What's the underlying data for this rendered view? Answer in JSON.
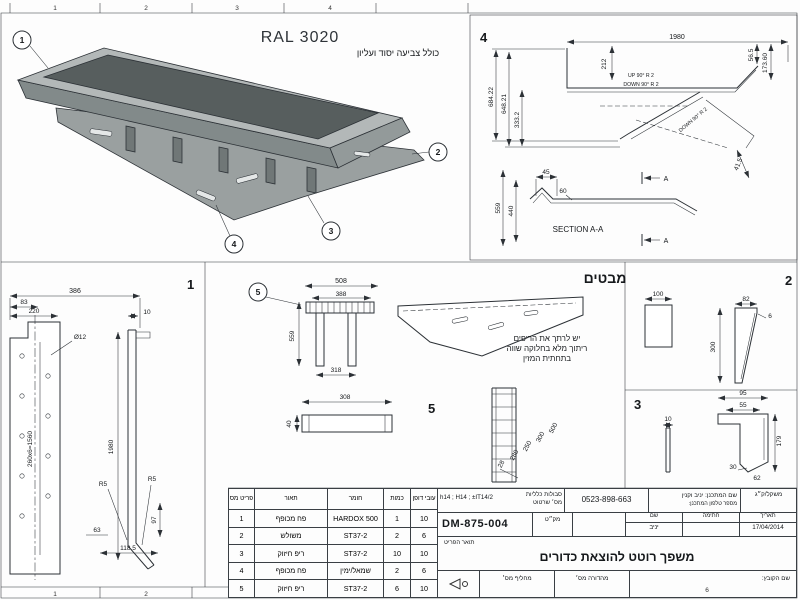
{
  "zones": {
    "top": [
      "1",
      "2",
      "3",
      "4"
    ],
    "bottom": [
      "1",
      "2"
    ],
    "bottom_right": "6"
  },
  "iso": {
    "paint_code": "RAL 3020",
    "paint_note": "כולל צביעה יסוד ועליון",
    "balloons": [
      "1",
      "2",
      "3",
      "4"
    ],
    "body_color": "#9aa0a0"
  },
  "view4": {
    "label": "4",
    "d1980": "1980",
    "d212": "212",
    "d565": "56.5",
    "d17360": "173.60",
    "d68422": "684.22",
    "d64821": "648.21",
    "d3332": "333.2",
    "d415": "41.5",
    "note_up": "UP 90° R 2",
    "note_down": "DOWN 90° R 2",
    "note_down2": "DOWN 90° R 2",
    "section": {
      "label": "SECTION A-A",
      "arrow": "A",
      "d45": "45",
      "d60": "60",
      "d559": "559",
      "d440": "440"
    }
  },
  "view1": {
    "label": "1",
    "d386": "386",
    "d83": "83",
    "d220": "220",
    "dhole": "Ø12",
    "d10": "10",
    "dpitch": "260x6=1560",
    "d1980": "1980",
    "r5a": "R5",
    "r5b": "R5",
    "d97": "97",
    "d63": "63",
    "d1185": "118.5"
  },
  "views_header": "מבטים",
  "view5": {
    "balloon": "5",
    "d508": "508",
    "d388": "388",
    "d559": "559",
    "d318": "318",
    "note1": "יש לרתך את הריפים",
    "note2": "ריתוך מלא בחלוקה שווה",
    "note3": "בתחתית המזין",
    "detail_label": "5",
    "d308": "308",
    "d40": "40"
  },
  "rib_detail": {
    "d28": "28",
    "d280": "280",
    "d250": "250",
    "d300": "300",
    "d500": "500"
  },
  "view2": {
    "label": "2",
    "d100": "100",
    "d82": "82",
    "d6": "6",
    "d300": "300"
  },
  "view3": {
    "label": "3",
    "d95": "95",
    "d55": "55",
    "d10": "10",
    "d179": "179",
    "d30": "30",
    "d62": "62"
  },
  "parts_table": {
    "headers": {
      "no": "פריט מס",
      "desc": "תאור",
      "material": "חומר",
      "qty": "כמות",
      "thickness": "עובי דופן"
    },
    "rows": [
      {
        "no": "1",
        "desc": "פח מכופף",
        "material": "HARDOX 500",
        "qty": "1",
        "thickness": "10"
      },
      {
        "no": "2",
        "desc": "משולש",
        "material": "ST37-2",
        "qty": "2",
        "thickness": "6"
      },
      {
        "no": "3",
        "desc": "ריפ חיזוק",
        "material": "ST37-2",
        "qty": "10",
        "thickness": "10"
      },
      {
        "no": "4",
        "desc": "פח מכופף",
        "material": "שמאל/ימין",
        "qty": "2",
        "thickness": "6"
      },
      {
        "no": "5",
        "desc": "ריפ חיזוק",
        "material": "ST37-2",
        "qty": "6",
        "thickness": "10"
      }
    ]
  },
  "title_block": {
    "tolerances_value": "h14 ; H14 ; ±IT14/2",
    "tolerances_label": "סבולות כלליות",
    "drawing_no_label": "מס׳ שרטוט",
    "drawing_no": "DM-875-004",
    "catalog_label": "מק״ט",
    "phone": "0523-898-663",
    "designer": "שם המתכנן: יניב וקנין",
    "designer_phone_label": "מספר טלפון המתכנן:",
    "weight_label": "משקל/ק״ג",
    "name_label": "שם",
    "name_value": "יניב",
    "signature_label": "חתימה",
    "date_label": "תאריך",
    "date_value": "17/04/2014",
    "item_title_label": "תואר הפריט",
    "item_title": "משפך רוטט להוצאת כדורים",
    "replaces_label": "מחליף מס׳",
    "edition_label": "מהדורה מס׳",
    "file_label": "שם הקובץ:"
  }
}
